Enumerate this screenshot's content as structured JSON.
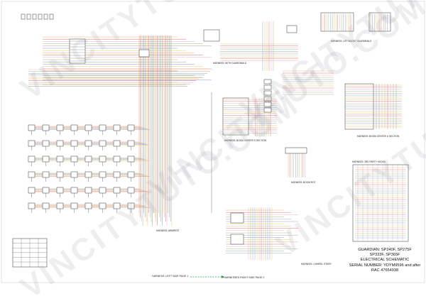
{
  "harness_labels": {
    "armrest": "HARNESS: ARMREST",
    "with_guardrails": "HARNESS: WITH GUARDRAILS",
    "liftboost_guardrails": "HARNESS: LIFT BOOST GUARDRAILS",
    "boom_center_s": "HARNESS: BOOM CENTER S SECTION",
    "boom_center_u": "HARNESS: BOOM CENTER U SECTION",
    "boom_rot": "HARNESS: BOOM ROT",
    "wheel_steer": "HARNESS: 4 WHEEL STEER",
    "third_party_hooks": "HARNESS: 3RD PARTY HOOKS"
  },
  "title_block": {
    "line1": "GUARDIAN: SP240F, SP275F",
    "line2": "SP333F, SP365F",
    "line3": "ELECTRICAL SCHEMATIC",
    "line4": "SERIAL NUMBER: YDYM9596 and after",
    "line5": "RAC  47654938"
  },
  "navigation": {
    "left_side": "HARNESS: LEFT SIDE PAGE 1",
    "right_side": "HARNESSES RIGHT SIDE PAGE 2"
  },
  "watermark": "VINCITYTUTO.COM",
  "colors": {
    "background": "#ffffff",
    "wire_orange": "#e8a15a",
    "wire_red": "#d94a4a",
    "wire_pink": "#e69ab8",
    "wire_green": "#7fb05a",
    "wire_gray": "#8a8a8a",
    "wire_blue": "#6a86c8",
    "wire_yellow": "#d9c34a",
    "nav_arrow": "#2a9a4a"
  }
}
